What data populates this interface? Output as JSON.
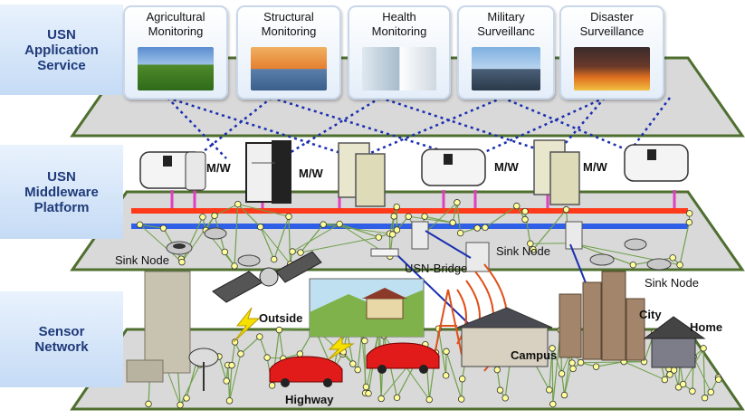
{
  "layers": {
    "application": "USN\nApplication\nService",
    "middleware": "USN\nMiddleware\nPlatform",
    "sensor": "Sensor\nNetwork"
  },
  "apps": [
    {
      "title": "Agricultural\nMonitoring"
    },
    {
      "title": "Structural\nMonitoring"
    },
    {
      "title": "Health\nMonitoring"
    },
    {
      "title": "Military\nSurveillanc"
    },
    {
      "title": "Disaster\nSurveillance"
    }
  ],
  "middleware_label": "M/W",
  "labels": {
    "sink_node": "Sink Node",
    "usn_bridge": "USN-Bridge",
    "outside": "Outside",
    "highway": "Highway",
    "campus": "Campus",
    "city": "City",
    "home": "Home"
  },
  "colors": {
    "plane_fill": "#d9d9d9",
    "plane_edge": "#4f6f2f",
    "bus_red": "#ff3a1a",
    "bus_blue": "#2f5fe6",
    "link_dotted": "#1a2fb0",
    "node_fill": "#ffff99",
    "mesh_line": "#6fa04a"
  }
}
